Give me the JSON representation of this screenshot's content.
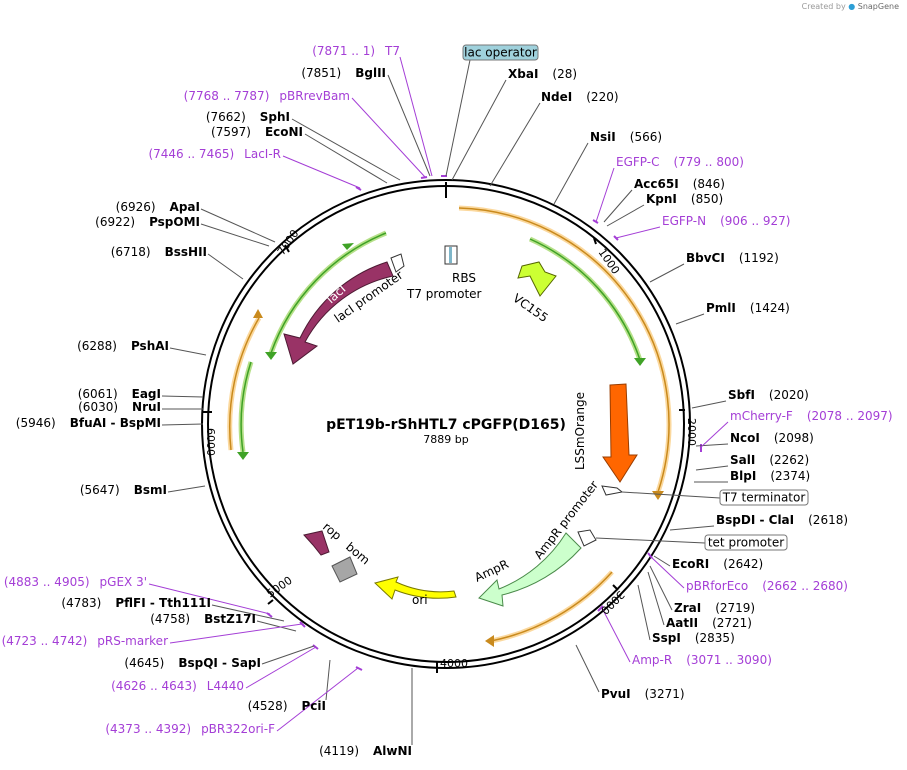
{
  "credit": {
    "prefix": "Created by",
    "brand": "SnapGene"
  },
  "plasmid": {
    "name": "pET19b-rShHTL7 cPGFP(D165)",
    "size_label": "7889 bp",
    "length": 7889
  },
  "ticks": [
    {
      "pos": 1000,
      "label": "1000"
    },
    {
      "pos": 2000,
      "label": "2000"
    },
    {
      "pos": 3000,
      "label": "3000"
    },
    {
      "pos": 4000,
      "label": "4000"
    },
    {
      "pos": 5000,
      "label": "5000"
    },
    {
      "pos": 6000,
      "label": "6000"
    },
    {
      "pos": 7000,
      "label": "7000"
    }
  ],
  "enzymes": [
    {
      "name": "XbaI",
      "pos": "(28)",
      "side": "right"
    },
    {
      "name": "NdeI",
      "pos": "(220)",
      "side": "right"
    },
    {
      "name": "NsiI",
      "pos": "(566)",
      "side": "right"
    },
    {
      "name": "Acc65I",
      "pos": "(846)",
      "side": "right"
    },
    {
      "name": "KpnI",
      "pos": "(850)",
      "side": "right"
    },
    {
      "name": "BbvCI",
      "pos": "(1192)",
      "side": "right"
    },
    {
      "name": "PmlI",
      "pos": "(1424)",
      "side": "right"
    },
    {
      "name": "SbfI",
      "pos": "(2020)",
      "side": "right"
    },
    {
      "name": "NcoI",
      "pos": "(2098)",
      "side": "right"
    },
    {
      "name": "SalI",
      "pos": "(2262)",
      "side": "right"
    },
    {
      "name": "BlpI",
      "pos": "(2374)",
      "side": "right"
    },
    {
      "name": "BspDI  - ClaI",
      "pos": "(2618)",
      "side": "right"
    },
    {
      "name": "EcoRI",
      "pos": "(2642)",
      "side": "right"
    },
    {
      "name": "ZraI",
      "pos": "(2719)",
      "side": "right"
    },
    {
      "name": "AatII",
      "pos": "(2721)",
      "side": "right"
    },
    {
      "name": "SspI",
      "pos": "(2835)",
      "side": "right"
    },
    {
      "name": "PvuI",
      "pos": "(3271)",
      "side": "right"
    },
    {
      "name": "AlwNI",
      "pos": "(4119)",
      "side": "left"
    },
    {
      "name": "PciI",
      "pos": "(4528)",
      "side": "left"
    },
    {
      "name": "BspQI  - SapI",
      "pos": "(4645)",
      "side": "left"
    },
    {
      "name": "BstZ17I",
      "pos": "(4758)",
      "side": "left"
    },
    {
      "name": "PflFI  - Tth111I",
      "pos": "(4783)",
      "side": "left"
    },
    {
      "name": "BsmI",
      "pos": "(5647)",
      "side": "left"
    },
    {
      "name": "BfuAI  - BspMI",
      "pos": "(5946)",
      "side": "left"
    },
    {
      "name": "NruI",
      "pos": "(6030)",
      "side": "left"
    },
    {
      "name": "EagI",
      "pos": "(6061)",
      "side": "left"
    },
    {
      "name": "PshAI",
      "pos": "(6288)",
      "side": "left"
    },
    {
      "name": "BssHII",
      "pos": "(6718)",
      "side": "left"
    },
    {
      "name": "PspOMI",
      "pos": "(6922)",
      "side": "left"
    },
    {
      "name": "ApaI",
      "pos": "(6926)",
      "side": "left"
    },
    {
      "name": "EcoNI",
      "pos": "(7597)",
      "side": "left"
    },
    {
      "name": "SphI",
      "pos": "(7662)",
      "side": "left"
    },
    {
      "name": "BglII",
      "pos": "(7851)",
      "side": "left"
    }
  ],
  "primers": [
    {
      "name": "T7",
      "pos": "(7871 .. 1)",
      "side": "left"
    },
    {
      "name": "pBRrevBam",
      "pos": "(7768 .. 7787)",
      "side": "left"
    },
    {
      "name": "LacI-R",
      "pos": "(7446 .. 7465)",
      "side": "left"
    },
    {
      "name": "EGFP-C",
      "pos": "(779 .. 800)",
      "side": "right"
    },
    {
      "name": "EGFP-N",
      "pos": "(906 .. 927)",
      "side": "right"
    },
    {
      "name": "mCherry-F",
      "pos": "(2078 .. 2097)",
      "side": "right"
    },
    {
      "name": "pBRforEco",
      "pos": "(2662 .. 2680)",
      "side": "right"
    },
    {
      "name": "Amp-R",
      "pos": "(3071 .. 3090)",
      "side": "right"
    },
    {
      "name": "pBR322ori-F",
      "pos": "(4373 .. 4392)",
      "side": "left"
    },
    {
      "name": "L4440",
      "pos": "(4626 .. 4643)",
      "side": "left"
    },
    {
      "name": "pRS-marker",
      "pos": "(4723 .. 4742)",
      "side": "left"
    },
    {
      "name": "pGEX 3'",
      "pos": "(4883 .. 4905)",
      "side": "left"
    }
  ],
  "boxed_features": [
    {
      "name": "lac operator",
      "color": "#9fd1dc"
    },
    {
      "name": "T7 terminator",
      "color": "#ffffff"
    },
    {
      "name": "tet promoter",
      "color": "#ffffff"
    }
  ],
  "features": [
    {
      "name": "lacI",
      "color": "#993366"
    },
    {
      "name": "lacI promoter",
      "color": "#ffffff"
    },
    {
      "name": "RBS",
      "color": "#ffffff"
    },
    {
      "name": "T7 promoter",
      "color": "#ffffff"
    },
    {
      "name": "VC155",
      "color": "#ccff33"
    },
    {
      "name": "LSSmOrange",
      "color": "#ff6600"
    },
    {
      "name": "AmpR promoter",
      "color": "#ffffff"
    },
    {
      "name": "AmpR",
      "color": "#ccffcc"
    },
    {
      "name": "ori",
      "color": "#ffff00"
    },
    {
      "name": "rop",
      "color": "#993366"
    },
    {
      "name": "bom",
      "color": "#a6a6a6"
    }
  ],
  "colors": {
    "primer": "#a43ed6",
    "orf_orange": "#f7b84d",
    "orf_green": "#3fa226",
    "backbone": "#000000"
  }
}
